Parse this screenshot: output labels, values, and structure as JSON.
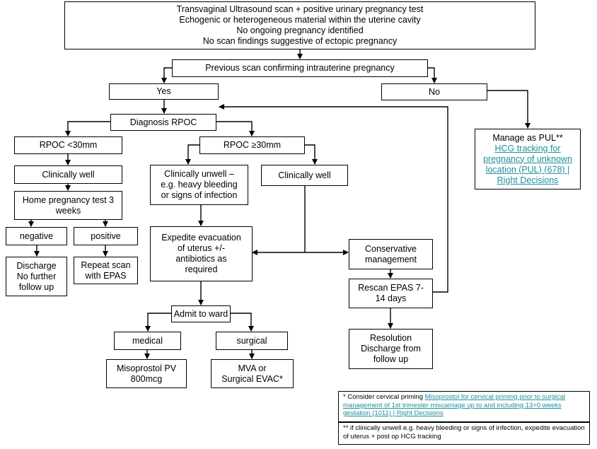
{
  "nodes": {
    "top": {
      "lines": [
        "Transvaginal Ultrasound scan + positive urinary pregnancy test",
        "Echogenic or heterogeneous material within the uterine cavity",
        "No ongoing pregnancy identified",
        "No scan findings suggestive of ectopic pregnancy"
      ]
    },
    "previous_scan": {
      "lines": [
        "Previous scan confirming intrauterine pregnancy"
      ]
    },
    "yes": {
      "lines": [
        "Yes"
      ]
    },
    "no": {
      "lines": [
        "No"
      ]
    },
    "diagnosis": {
      "lines": [
        "Diagnosis RPOC"
      ]
    },
    "manage_pul": {
      "lines": [
        "Manage as PUL**"
      ],
      "link_lines": [
        "HCG tracking for",
        "pregnancy of unknown",
        "location (PUL) (678) |",
        "Right Decisions"
      ]
    },
    "rpoc_lt30": {
      "lines": [
        "RPOC <30mm"
      ]
    },
    "rpoc_ge30": {
      "lines": [
        "RPOC ≥30mm"
      ]
    },
    "clin_well_left": {
      "lines": [
        "Clinically well"
      ]
    },
    "home_test": {
      "lines": [
        "Home pregnancy test 3",
        "weeks"
      ]
    },
    "negative": {
      "lines": [
        "negative"
      ]
    },
    "positive": {
      "lines": [
        "positive"
      ]
    },
    "discharge": {
      "lines": [
        "Discharge",
        "No further",
        "follow up"
      ]
    },
    "repeat_scan": {
      "lines": [
        "Repeat scan",
        "with EPAS"
      ]
    },
    "clin_unwell": {
      "lines": [
        "Clinically unwell –",
        "e.g. heavy bleeding",
        "or signs of infection"
      ]
    },
    "clin_well_right": {
      "lines": [
        "Clinically well"
      ]
    },
    "expedite": {
      "lines": [
        "Expedite evacuation",
        "of uterus +/-",
        "antibiotics as",
        "required"
      ]
    },
    "conservative": {
      "lines": [
        "Conservative",
        "management"
      ]
    },
    "rescan": {
      "lines": [
        "Rescan EPAS 7-",
        "14 days"
      ]
    },
    "admit": {
      "lines": [
        "Admit to ward"
      ]
    },
    "medical": {
      "lines": [
        "medical"
      ]
    },
    "surgical": {
      "lines": [
        "surgical"
      ]
    },
    "resolution": {
      "lines": [
        "Resolution",
        "Discharge from",
        "follow up"
      ]
    },
    "misoprostol": {
      "lines": [
        "Misoprostol PV",
        "800mcg"
      ]
    },
    "mva": {
      "lines": [
        "MVA or",
        "Surgical EVAC*"
      ]
    }
  },
  "notes": {
    "note1": {
      "prefix": "* Consider cervical priming ",
      "link": "Misoprostol for cervical priming prior to surgical management of 1st trimester miscarriage up to and including 13+0 weeks gestation (1011) | Right Decisions"
    },
    "note2": {
      "text": "** if clinically unwell e.g. heavy bleeding or signs of infection, expedite evacuation of uterus + post op HCG tracking"
    }
  }
}
